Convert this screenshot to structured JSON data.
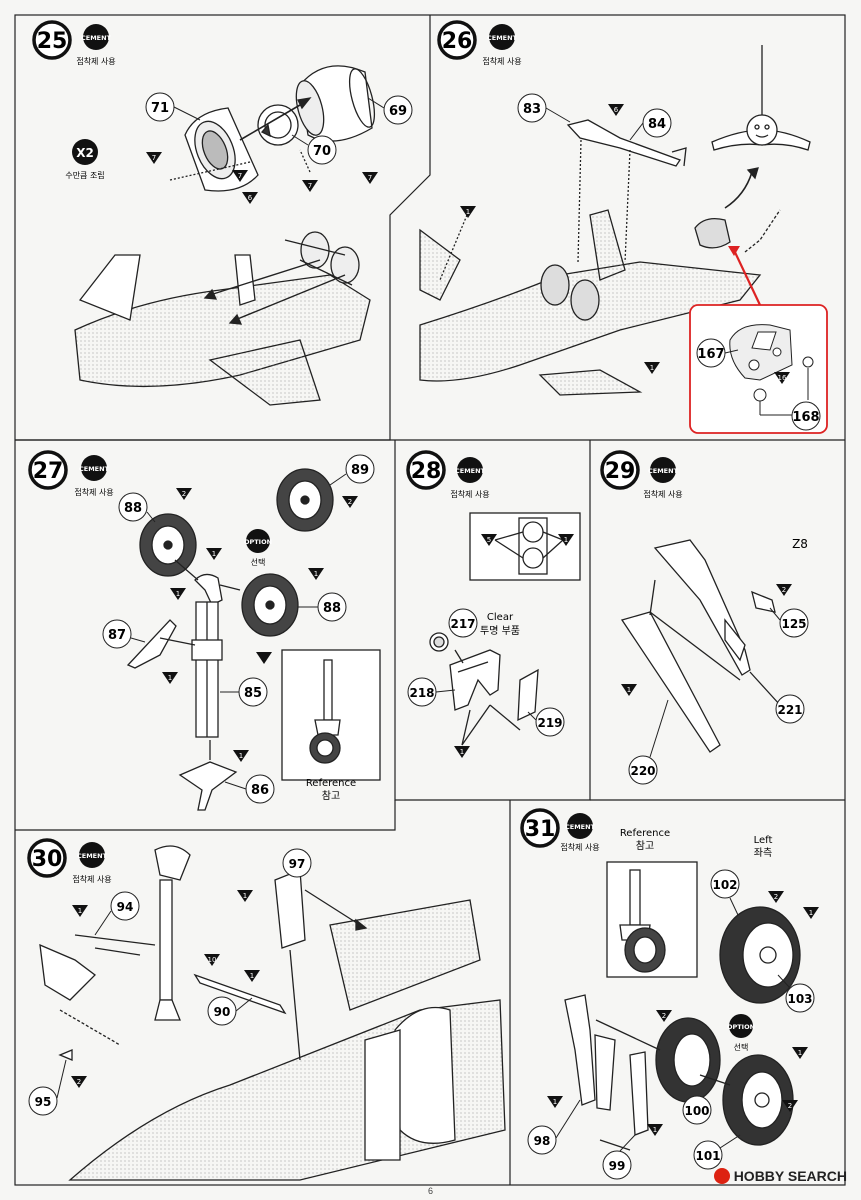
{
  "labels": {
    "cement": "CEMENT",
    "cement_kr": "접착제 사용",
    "option": "OPTION",
    "option_kr": "선택",
    "x2": "X2",
    "x2_kr": "수만큼 조립",
    "reference": "Reference",
    "reference_kr": "참고",
    "clear": "Clear",
    "clear_kr": "투명 부품",
    "left": "Left",
    "left_kr": "좌측",
    "z8": "Z8"
  },
  "steps": [
    "25",
    "26",
    "27",
    "28",
    "29",
    "30",
    "31"
  ],
  "parts": {
    "s25": [
      "71",
      "70",
      "69"
    ],
    "s26": [
      "83",
      "84",
      "167",
      "168"
    ],
    "s27": [
      "89",
      "88",
      "88",
      "87",
      "85",
      "86"
    ],
    "s28": [
      "217",
      "218",
      "219"
    ],
    "s29": [
      "125",
      "221",
      "220"
    ],
    "s30": [
      "97",
      "94",
      "90",
      "95"
    ],
    "s31": [
      "102",
      "103",
      "100",
      "98",
      "99",
      "101"
    ]
  },
  "sprues": {
    "s25": [
      "7",
      "7",
      "7",
      "7",
      "6"
    ],
    "s26": [
      "6",
      "1",
      "1",
      "16"
    ],
    "s27": [
      "2",
      "1",
      "2",
      "1",
      "1",
      "1",
      "1"
    ],
    "s28": [
      "5",
      "1",
      "1"
    ],
    "s29": [
      "2",
      "1"
    ],
    "s30": [
      "1",
      "1",
      "10",
      "1",
      "2"
    ],
    "s31": [
      "2",
      "1",
      "2",
      "1",
      "2",
      "1",
      "1"
    ]
  },
  "page_number": "6",
  "watermark": "HOBBY SEARCH"
}
